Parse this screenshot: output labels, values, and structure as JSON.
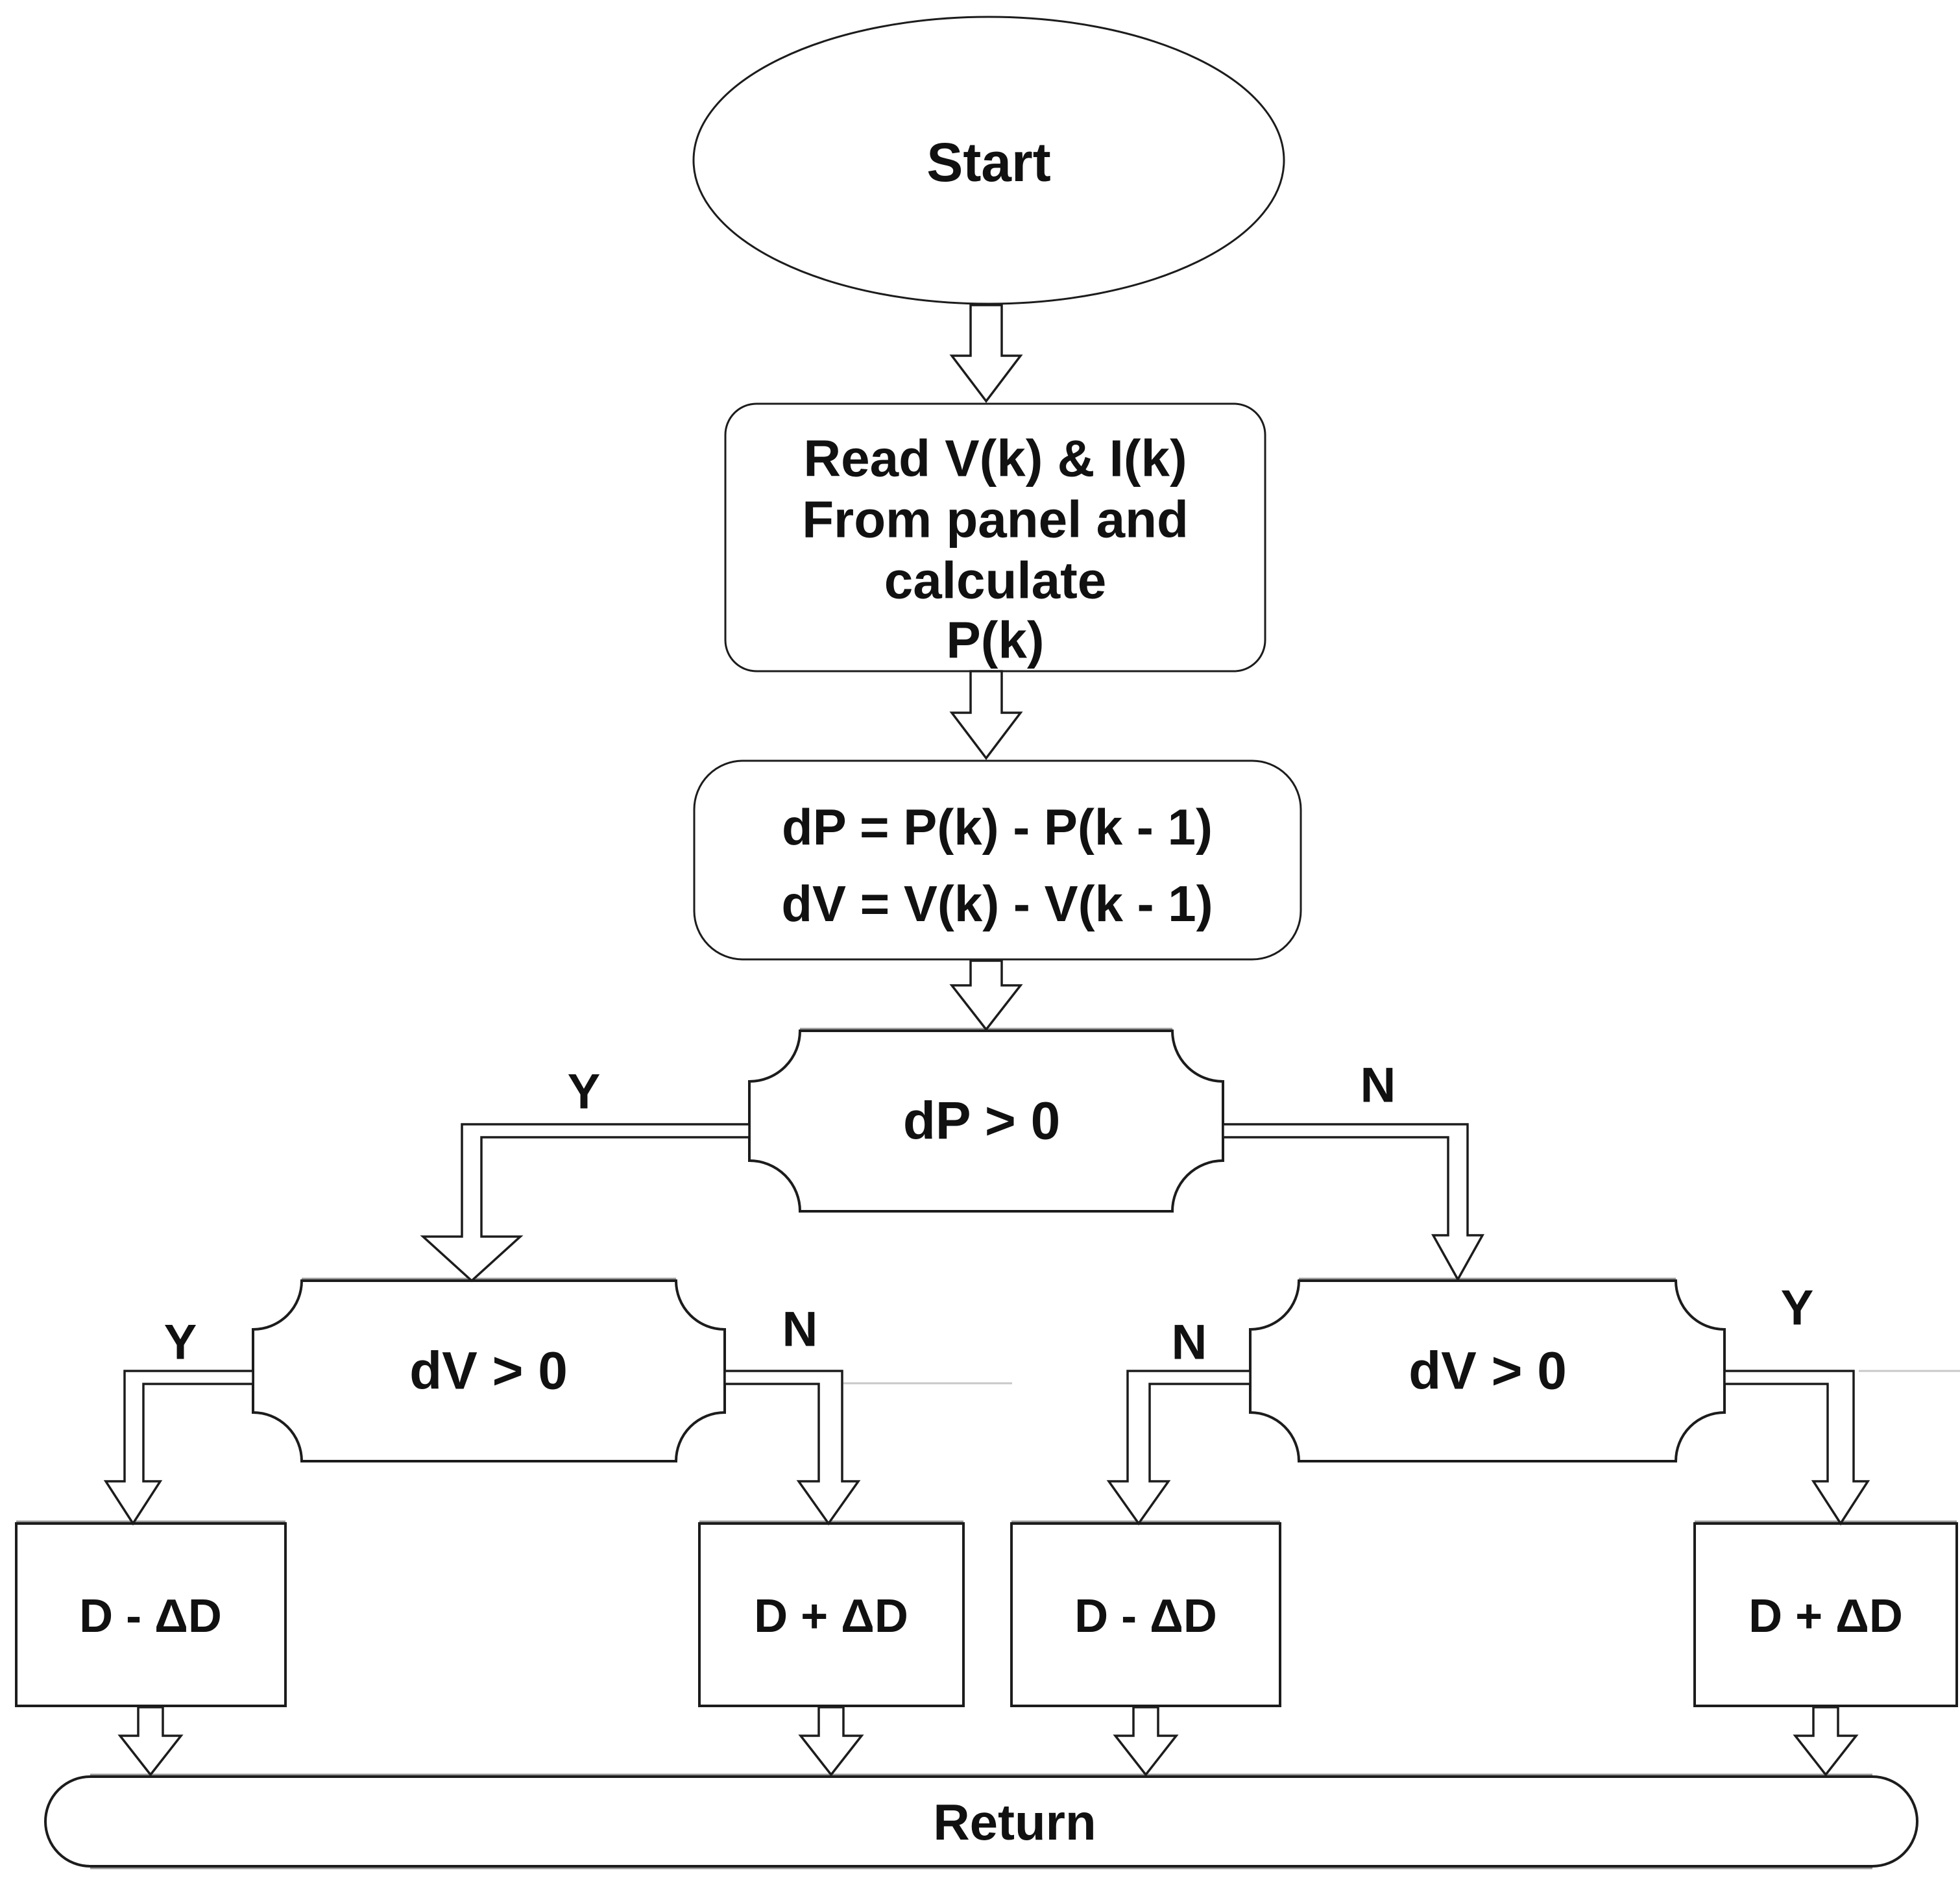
{
  "flowchart": {
    "start": {
      "label": "Start"
    },
    "read_box": {
      "lines": [
        "Read V(k) & I(k)",
        "From panel and",
        "calculate",
        "P(k)"
      ]
    },
    "delta_box": {
      "lines": [
        "dP = P(k) - P(k - 1)",
        "dV = V(k) - V(k - 1)"
      ]
    },
    "decision_dp": {
      "label": "dP > 0",
      "yes_label": "Y",
      "no_label": "N"
    },
    "decision_dv_left": {
      "label": "dV > 0",
      "yes_label": "Y",
      "no_label": "N"
    },
    "decision_dv_right": {
      "label": "dV > 0",
      "yes_label": "Y",
      "no_label": "N"
    },
    "action_boxes": {
      "decrease_left": "D - ΔD",
      "increase_left": "D + ΔD",
      "decrease_right": "D - ΔD",
      "increase_right": "D + ΔD"
    },
    "return": {
      "label": "Return"
    },
    "colors": {
      "stroke": "#1c1c1c",
      "fill": "#ffffff",
      "shadow_edge": "#949494",
      "faint_line": "#c8c8c8",
      "text": "#111111",
      "background": "#ffffff"
    }
  }
}
